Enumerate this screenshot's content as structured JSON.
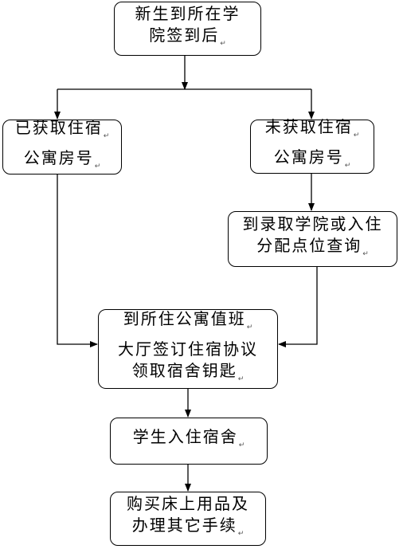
{
  "nodes": [
    {
      "id": "n1",
      "lines": [
        "新生到所在学",
        "院签到后"
      ]
    },
    {
      "id": "n2",
      "lines": [
        "已获取住宿",
        "公寓房号"
      ]
    },
    {
      "id": "n3",
      "lines": [
        "未获取住宿",
        "公寓房号"
      ]
    },
    {
      "id": "n4",
      "lines": [
        "到录取学院或入住",
        "分配点位查询"
      ]
    },
    {
      "id": "n5",
      "lines": [
        "到所住公寓值班",
        "大厅签订住宿协议",
        "领取宿舍钥匙"
      ]
    },
    {
      "id": "n6",
      "lines": [
        "学生入住宿舍"
      ]
    },
    {
      "id": "n7",
      "lines": [
        "购买床上用品及",
        "办理其它手续"
      ]
    }
  ],
  "paragraph_mark": "↵"
}
